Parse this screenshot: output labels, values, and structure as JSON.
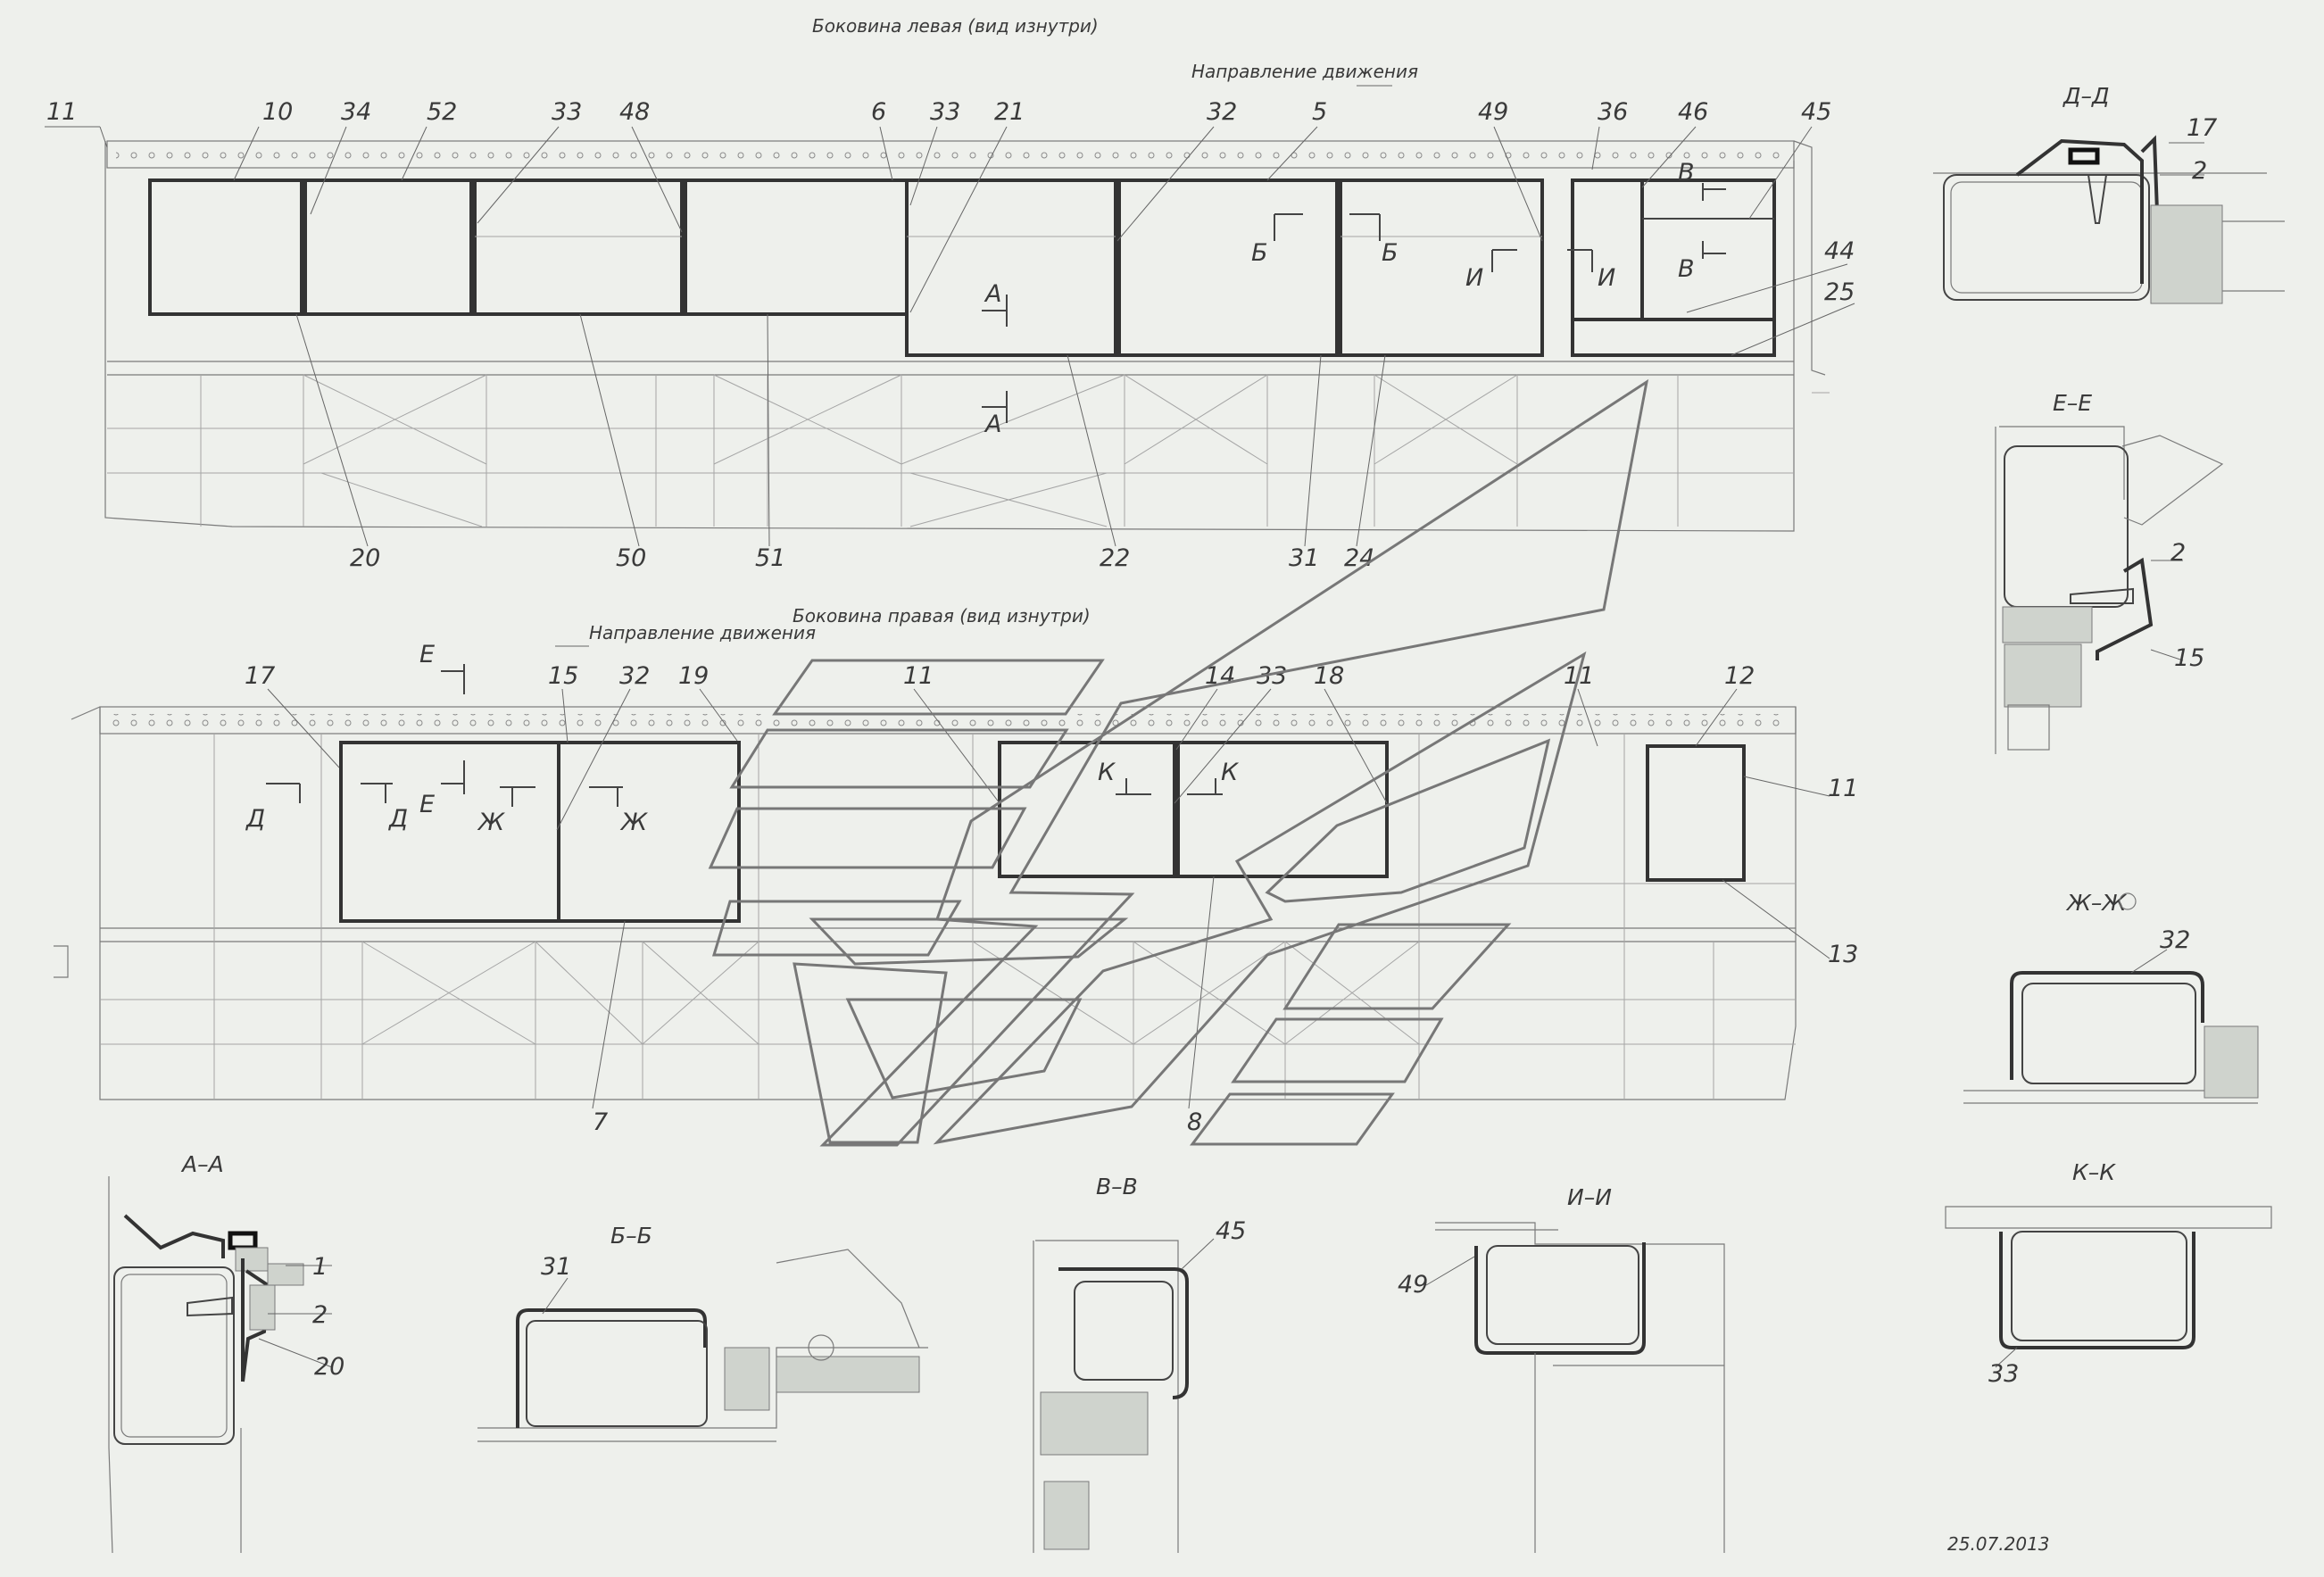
{
  "titles": {
    "left_side": "Боковина левая (вид изнутри)",
    "right_side": "Боковина правая (вид изнутри)",
    "direction": "Направление движения",
    "date": "25.07.2013"
  },
  "left_side_callouts": {
    "top": [
      "11",
      "10",
      "34",
      "52",
      "33",
      "48",
      "6",
      "33",
      "21",
      "32",
      "5",
      "49",
      "36",
      "46",
      "45"
    ],
    "bottom": [
      "20",
      "50",
      "51",
      "22",
      "31",
      "24"
    ],
    "right": [
      "44",
      "25"
    ]
  },
  "right_side_callouts": {
    "top": [
      "17",
      "15",
      "32",
      "19",
      "11",
      "14",
      "33",
      "18",
      "11",
      "12"
    ],
    "right": [
      "11",
      "13"
    ],
    "bottom": [
      "7",
      "8"
    ]
  },
  "section_marks": {
    "a": "А",
    "b": "Б",
    "v": "В",
    "i": "И",
    "d": "Д",
    "e": "Е",
    "zh": "Ж",
    "k": "К"
  },
  "sections": {
    "aa": {
      "title": "А–А",
      "labels": [
        "1",
        "2",
        "20"
      ]
    },
    "bb": {
      "title": "Б–Б",
      "labels": [
        "31"
      ]
    },
    "vv": {
      "title": "В–В",
      "labels": [
        "45"
      ]
    },
    "ii": {
      "title": "И–И",
      "labels": [
        "49"
      ]
    },
    "dd": {
      "title": "Д–Д",
      "labels": [
        "17",
        "2"
      ]
    },
    "ee": {
      "title": "Е–Е",
      "labels": [
        "2",
        "15"
      ]
    },
    "zhzh": {
      "title": "Ж–Ж",
      "labels": [
        "32"
      ]
    },
    "kk": {
      "title": "К–К",
      "labels": [
        "33"
      ]
    }
  }
}
